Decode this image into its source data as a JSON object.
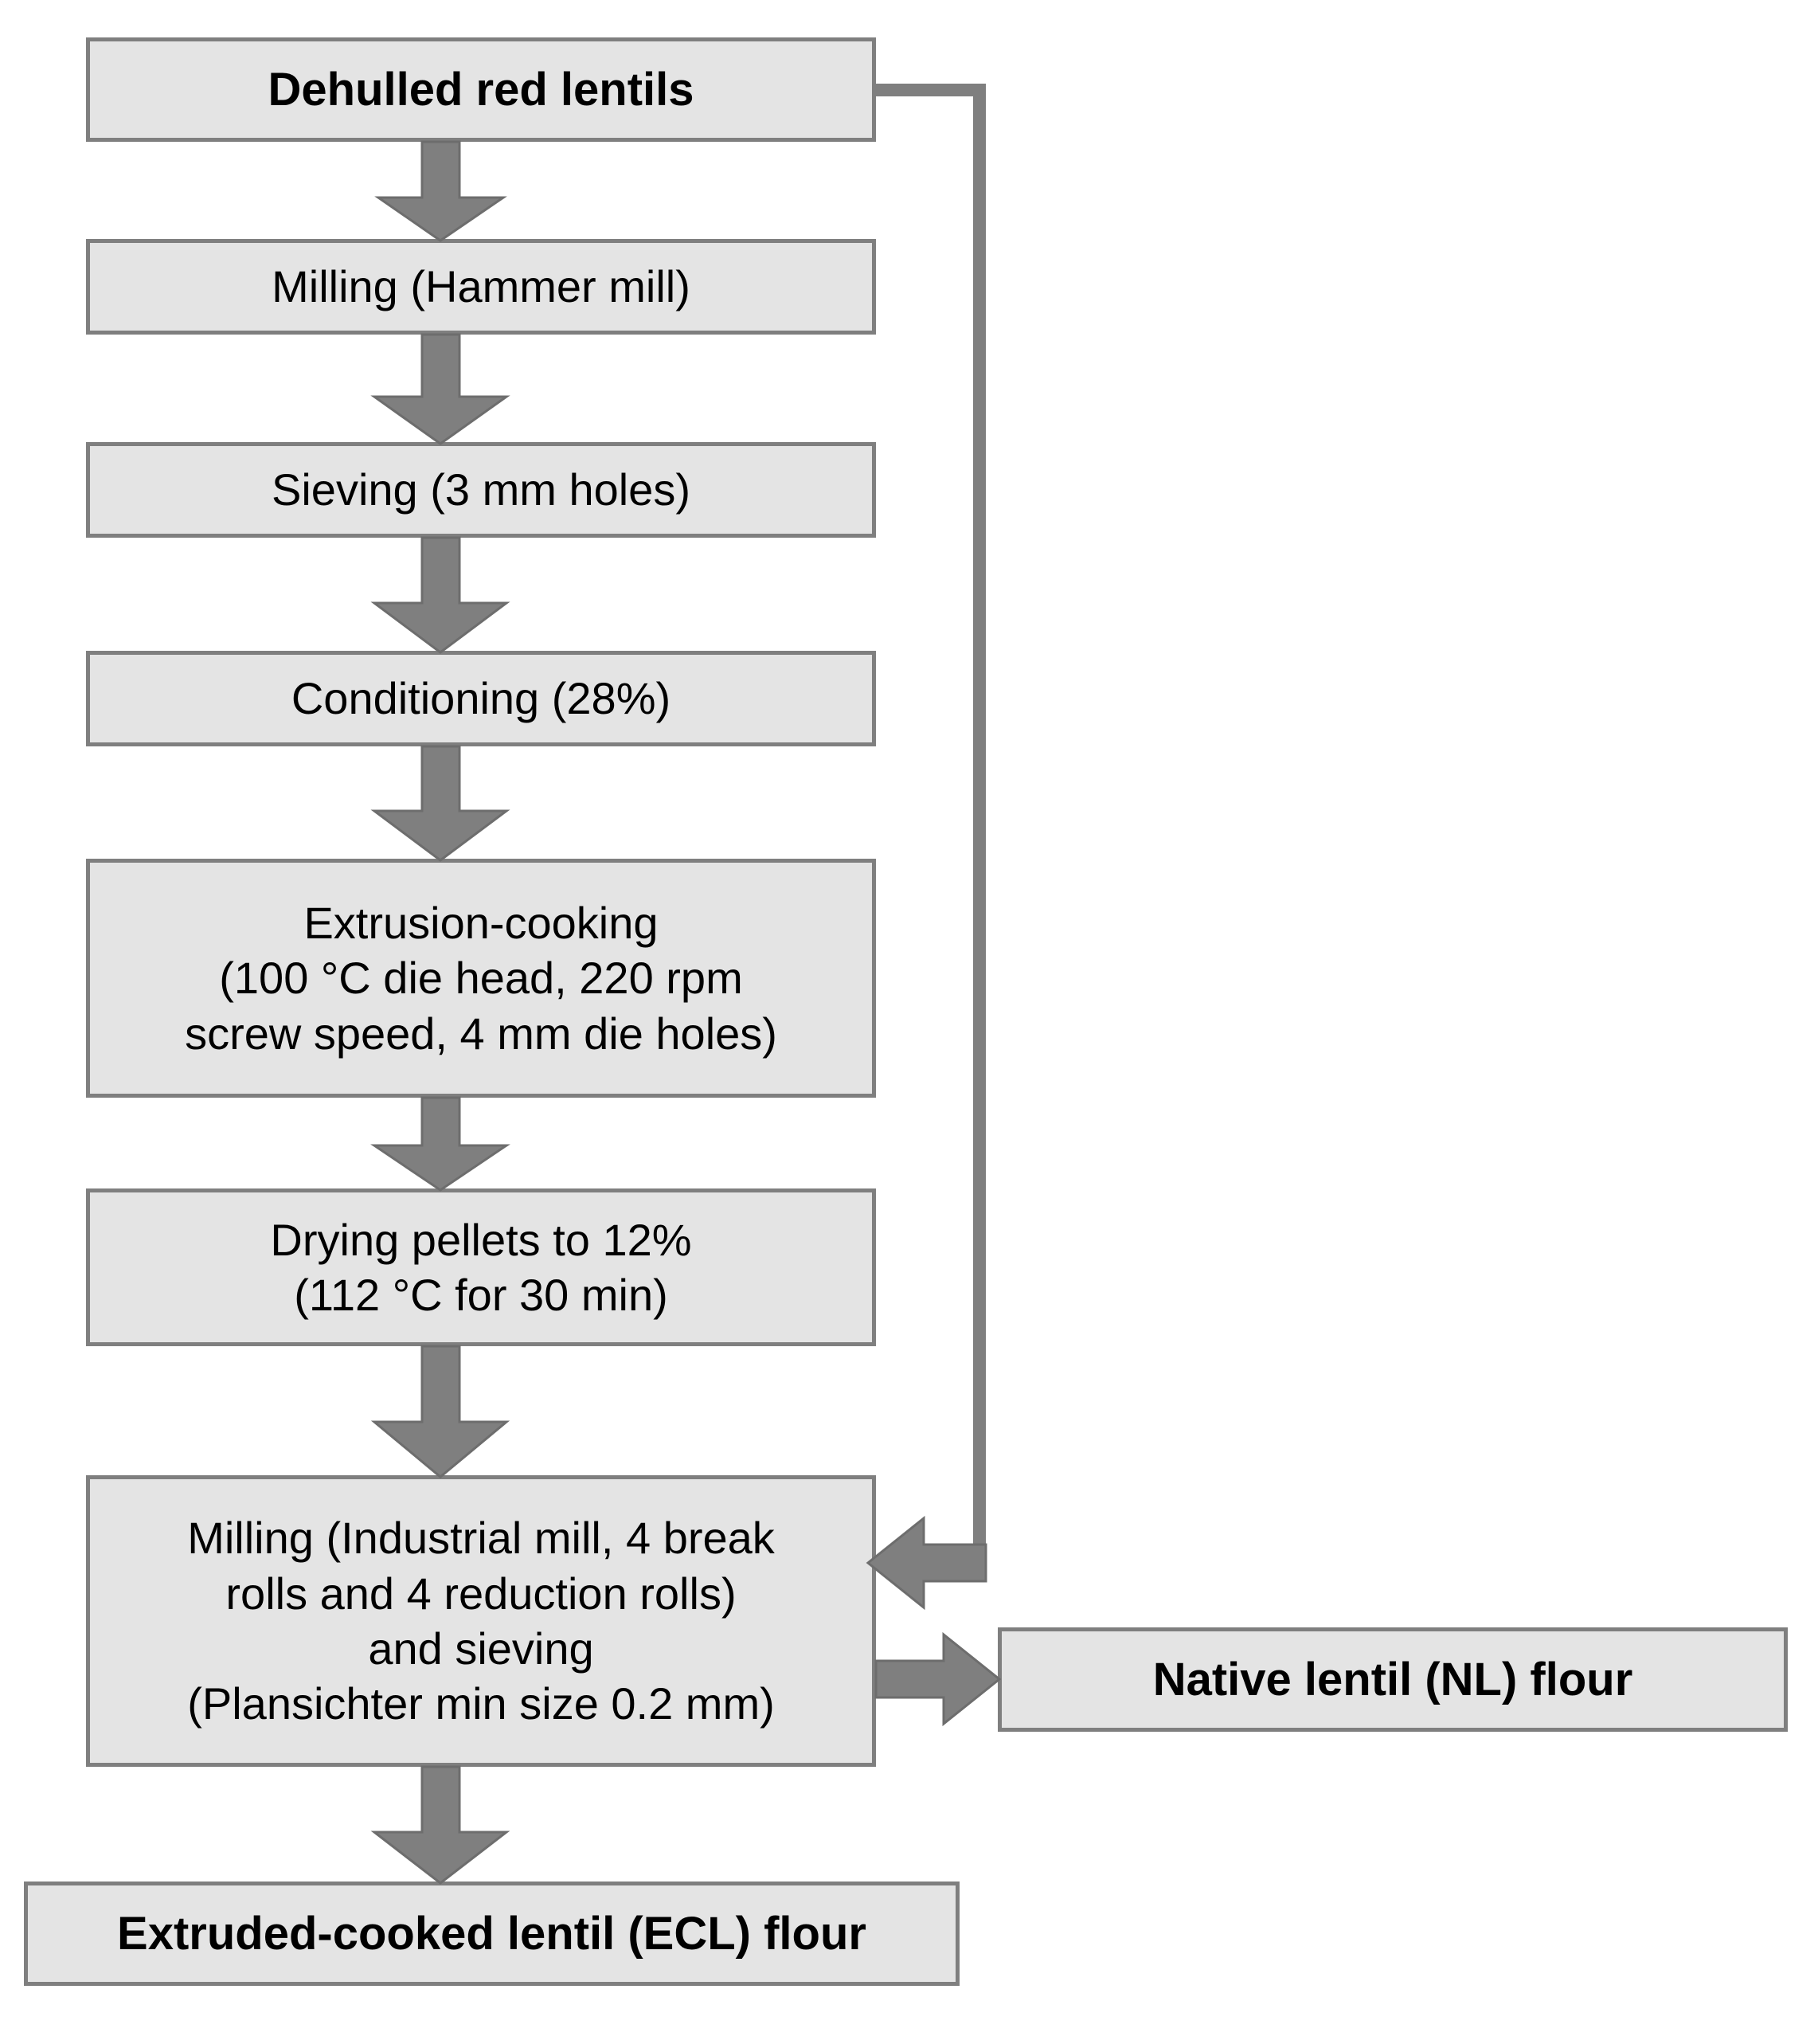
{
  "diagram": {
    "title": "Lentil flour production process flow",
    "colors": {
      "box_fill": "#e4e4e4",
      "box_border": "#7f7f7f",
      "arrow_fill": "#7f7f7f",
      "arrow_stroke": "#6d6d6d",
      "text": "#000000",
      "background": "#ffffff"
    },
    "nodes": [
      {
        "id": "dehulled-red-lentils",
        "label": "Dehulled red lentils",
        "bold": true
      },
      {
        "id": "milling-hammer-mill",
        "label": "Milling (Hammer mill)",
        "bold": false
      },
      {
        "id": "sieving",
        "label": "Sieving (3 mm holes)",
        "bold": false
      },
      {
        "id": "conditioning",
        "label": "Conditioning (28%)",
        "bold": false
      },
      {
        "id": "extrusion-cooking",
        "label": "Extrusion-cooking\n(100 °C die head, 220 rpm\nscrew speed, 4 mm die holes)",
        "bold": false
      },
      {
        "id": "drying-pellets",
        "label": "Drying pellets to 12%\n(112 °C for 30 min)",
        "bold": false
      },
      {
        "id": "milling-industrial",
        "label": "Milling (Industrial mill, 4 break\nrolls and 4 reduction rolls)\nand sieving\n(Plansichter min size 0.2 mm)",
        "bold": false
      },
      {
        "id": "native-lentil-flour",
        "label": "Native lentil (NL)  flour",
        "bold": true
      },
      {
        "id": "extruded-cooked-lentil-flour",
        "label": "Extruded-cooked lentil (ECL) flour",
        "bold": true
      }
    ],
    "edges": [
      {
        "id": "e1",
        "from": "dehulled-red-lentils",
        "to": "milling-hammer-mill",
        "style": "block-arrow-down"
      },
      {
        "id": "e2",
        "from": "milling-hammer-mill",
        "to": "sieving",
        "style": "block-arrow-down"
      },
      {
        "id": "e3",
        "from": "sieving",
        "to": "conditioning",
        "style": "block-arrow-down"
      },
      {
        "id": "e4",
        "from": "conditioning",
        "to": "extrusion-cooking",
        "style": "block-arrow-down"
      },
      {
        "id": "e5",
        "from": "extrusion-cooking",
        "to": "drying-pellets",
        "style": "block-arrow-down"
      },
      {
        "id": "e6",
        "from": "drying-pellets",
        "to": "milling-industrial",
        "style": "block-arrow-down"
      },
      {
        "id": "e7",
        "from": "milling-industrial",
        "to": "extruded-cooked-lentil-flour",
        "style": "block-arrow-down"
      },
      {
        "id": "e8",
        "from": "milling-industrial",
        "to": "native-lentil-flour",
        "style": "line-arrow-right"
      },
      {
        "id": "e9",
        "from": "dehulled-red-lentils",
        "to": "milling-industrial",
        "style": "elbow-arrow-left-bypass"
      }
    ]
  }
}
